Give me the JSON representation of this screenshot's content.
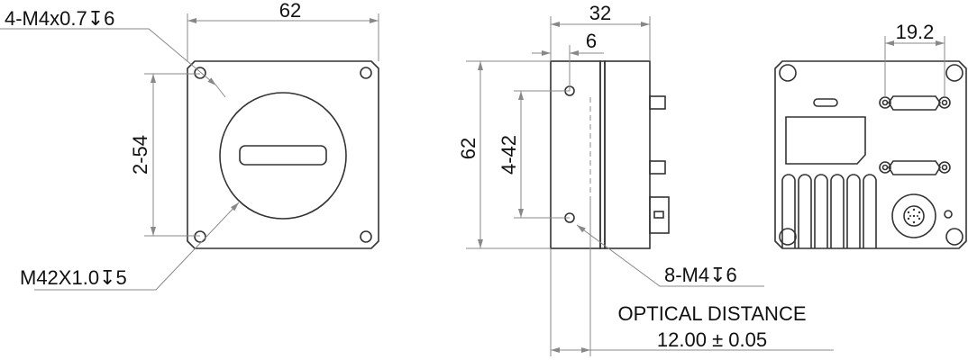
{
  "front_view": {
    "width_dim": "62",
    "hole_spacing_dim": "2-54",
    "mount_hole_note": "4-M4x0.7↧6",
    "lens_mount_note": "M42X1.0↧5"
  },
  "side_view": {
    "depth_dim": "32",
    "hole_offset_dim": "6",
    "height_dim": "62",
    "hole_spacing_dim": "4-42",
    "side_hole_note": "8-M4↧6",
    "optical_distance_label": "OPTICAL DISTANCE",
    "optical_distance_value": "12.00 ± 0.05"
  },
  "rear_view": {
    "connector_spacing_dim": "19.2"
  }
}
